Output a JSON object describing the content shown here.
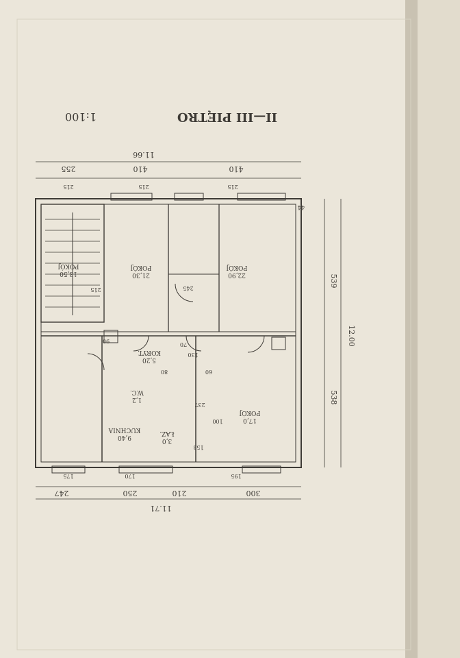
{
  "plan": {
    "title": "II—III PIĘTRO",
    "scale": "1:100",
    "orientation": "upside-down",
    "rooms": [
      {
        "line1": "POKÓJ",
        "line2": "13,50"
      },
      {
        "line1": "POKÓJ",
        "line2": "21,30"
      },
      {
        "line1": "POKÓJ",
        "line2": "22,90"
      },
      {
        "line1": "POKÓJ",
        "line2": "17,0"
      },
      {
        "line1": "KUCHNIA",
        "line2": "9,40"
      },
      {
        "line1": "KORYT.",
        "line2": "5,20"
      },
      {
        "line1": "W.C.",
        "line2": "1,2"
      },
      {
        "line1": "ŁAZ.",
        "line2": "3,0"
      }
    ],
    "dims_top_overall": "11.66",
    "dims_top_segments": [
      "255",
      "410",
      "410"
    ],
    "dims_bottom_overall": "11.71",
    "dims_bottom_segments": [
      "247",
      "250",
      "210",
      "300"
    ],
    "dims_right_overall": "12.00",
    "dims_right_segments": [
      "539",
      "538"
    ],
    "window_labels": [
      "215",
      "215",
      "215",
      "195",
      "170",
      "175"
    ],
    "small_labels": [
      "44",
      "90",
      "215",
      "245",
      "130",
      "237",
      "153",
      "80",
      "70",
      "60",
      "100"
    ]
  },
  "colors": {
    "paper": "#eae5d9",
    "ink": "#3e3b36",
    "shadow": "#bfb8a8"
  }
}
